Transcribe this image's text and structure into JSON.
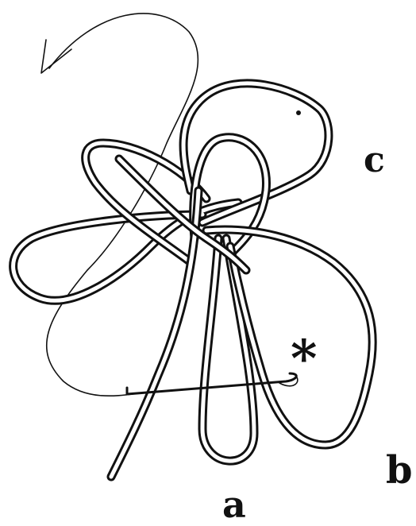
{
  "labels": {
    "a": "a",
    "b": "b",
    "c": "c",
    "star": "*"
  },
  "colors": {
    "ink": "#111111",
    "background": "#ffffff"
  },
  "icons": {
    "direction_arrow": "arrowhead-icon"
  }
}
